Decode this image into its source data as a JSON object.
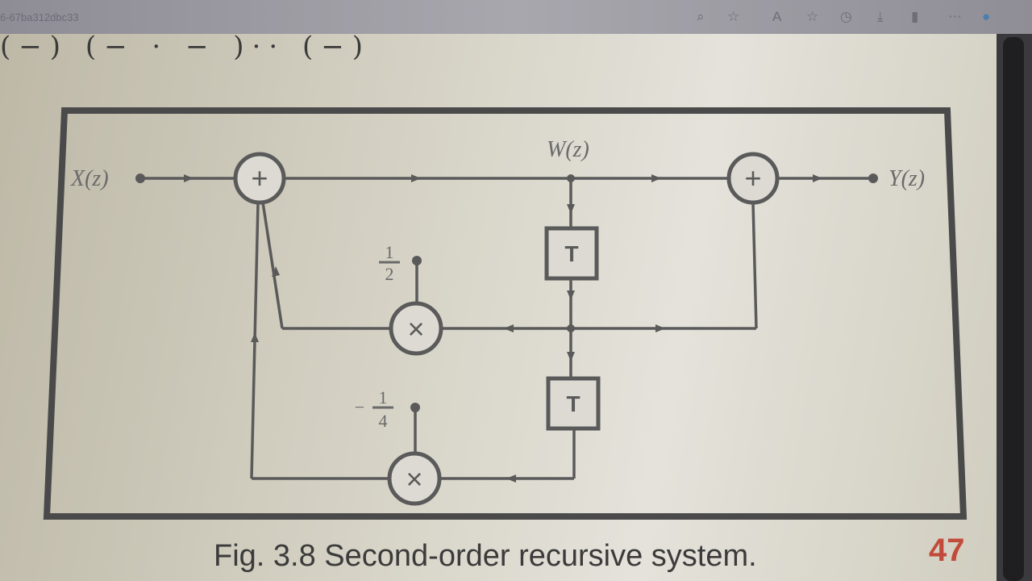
{
  "browser": {
    "url_fragment": "6-67ba312dbc33",
    "icons": [
      "zoom-icon",
      "favorite-star-icon",
      "read-aloud-icon",
      "add-favorite-icon",
      "history-icon",
      "downloads-icon",
      "extensions-icon",
      "more-icon",
      "profile-icon"
    ]
  },
  "page_top_text": "(−)   (−  ·  −   )··  (−)",
  "diagram": {
    "input_label": "X(z)",
    "output_label": "Y(z)",
    "node_label": "W(z)",
    "delay_label": "T",
    "coef1": {
      "sign": "",
      "num": "1",
      "den": "2"
    },
    "coef2": {
      "sign": "−",
      "num": "1",
      "den": "4"
    },
    "adder_symbol": "+",
    "multiplier_symbol": "×"
  },
  "caption": "Fig. 3.8 Second-order recursive system.",
  "page_number": "47",
  "colors": {
    "page_number": "#c24a3a",
    "line": "#5a5a5a"
  }
}
